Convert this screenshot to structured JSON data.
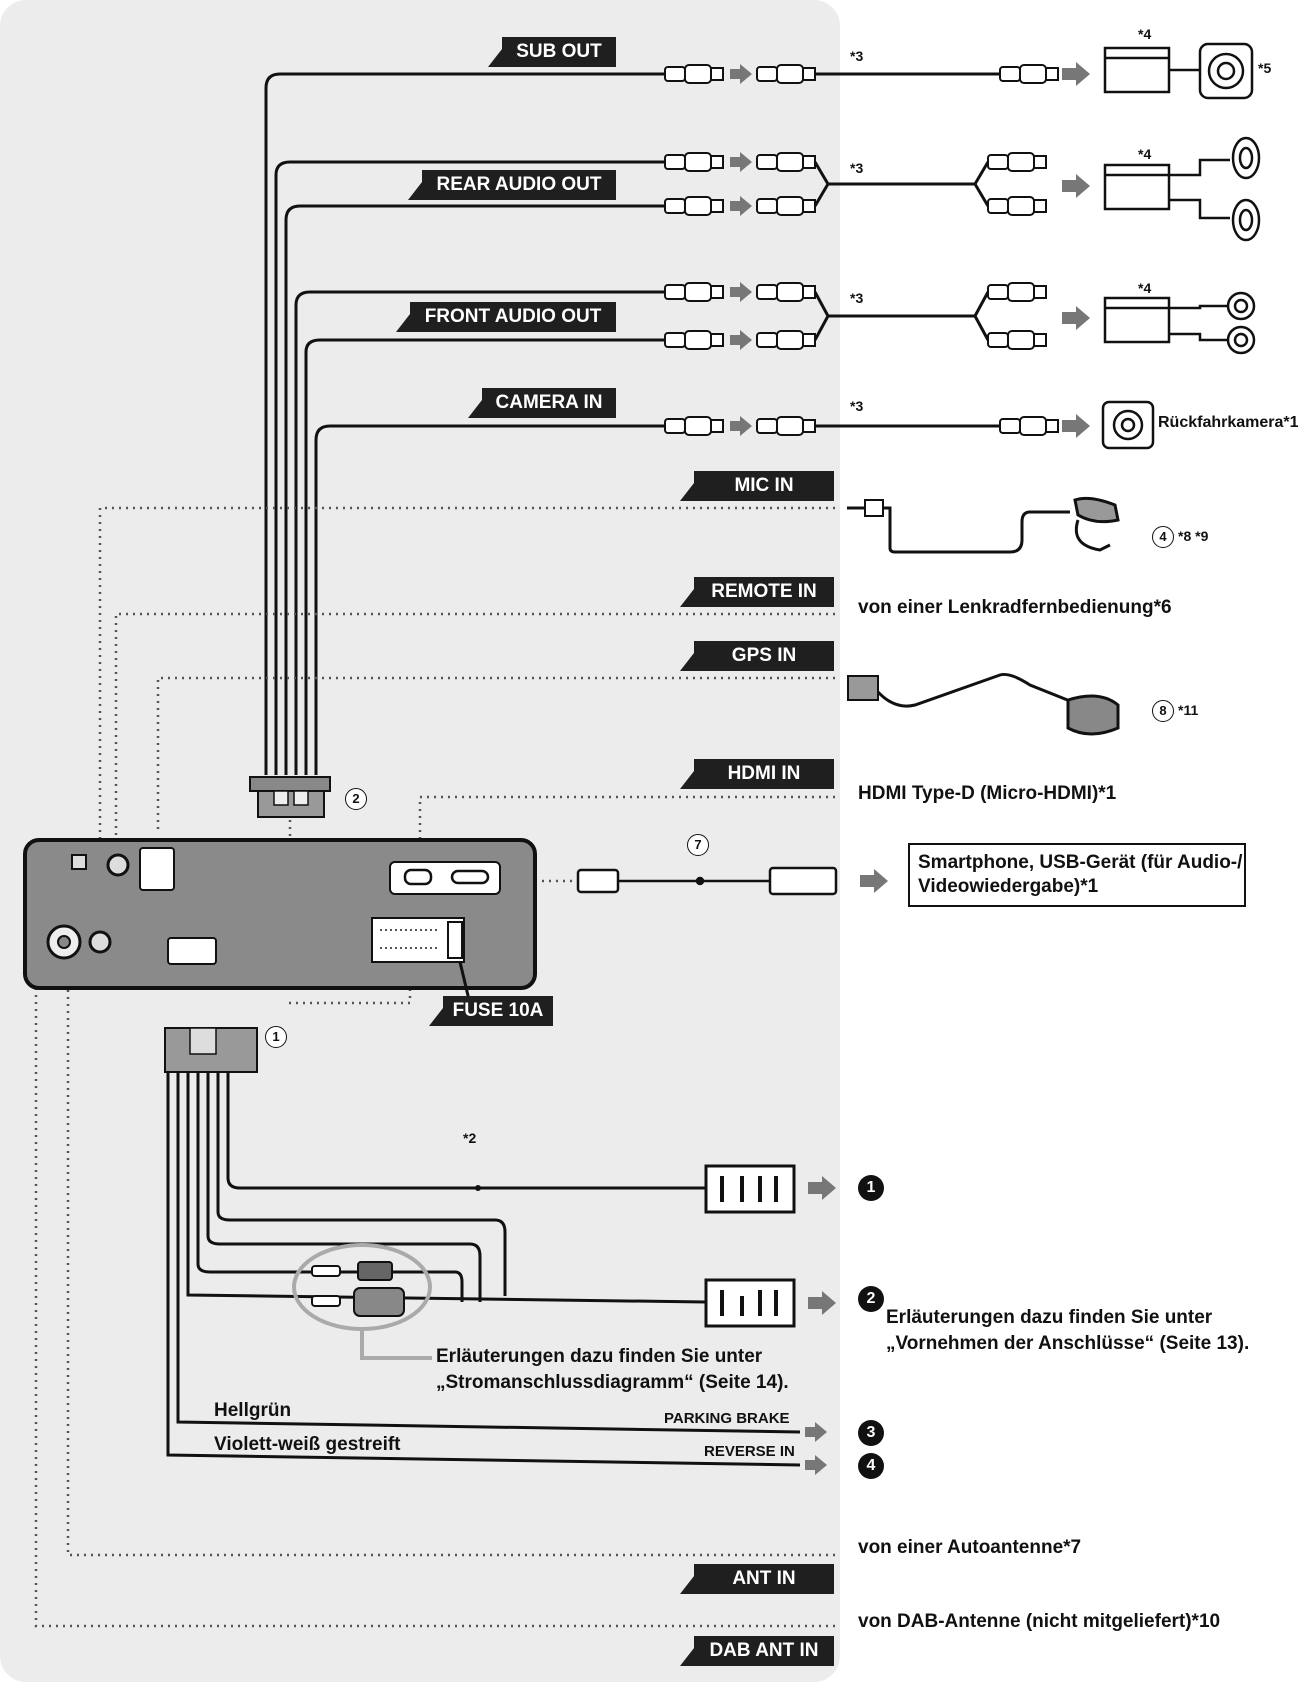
{
  "labels": {
    "sub_out": "SUB OUT",
    "rear_audio_out": "REAR AUDIO OUT",
    "front_audio_out": "FRONT AUDIO OUT",
    "camera_in": "CAMERA IN",
    "mic_in": "MIC IN",
    "remote_in": "REMOTE IN",
    "gps_in": "GPS IN",
    "hdmi_in": "HDMI IN",
    "fuse": "FUSE 10A",
    "ant_in": "ANT IN",
    "dab_ant_in": "DAB ANT IN",
    "parking_brake": "PARKING BRAKE",
    "reverse_in": "REVERSE IN"
  },
  "notes": {
    "n3": "*3",
    "n4": "*4",
    "n5": "*5",
    "n2": "*2",
    "camera": "Rückfahrkamera*1",
    "mic": "*8 *9",
    "remote": "von einer Lenkradfernbedienung*6",
    "gps": "*11",
    "hdmi": "HDMI Type-D (Micro-HDMI)*1",
    "usb_line1": "Smartphone, USB-Gerät (für Audio-/",
    "usb_line2": "Videowiedergabe)*1",
    "power_line1": "Erläuterungen dazu finden Sie unter",
    "power_line2": "„Stromanschlussdiagramm“ (Seite 14).",
    "conn_line1": "Erläuterungen dazu finden Sie unter",
    "conn_line2": "„Vornehmen der Anschlüsse“ (Seite 13).",
    "hellgruen": "Hellgrün",
    "violett": "Violett-weiß gestreift",
    "antenna": "von einer Autoantenne*7",
    "dab": "von DAB-Antenne (nicht mitgeliefert)*10"
  },
  "circled": {
    "c1": "1",
    "c2": "2",
    "c4": "4",
    "c7": "7",
    "c8": "8"
  },
  "numbered": {
    "b1": "1",
    "b2": "2",
    "b3": "3",
    "b4": "4"
  },
  "colors": {
    "panel": "#ececec",
    "ink": "#1f1f1f",
    "unit": "#8a8a8a"
  }
}
